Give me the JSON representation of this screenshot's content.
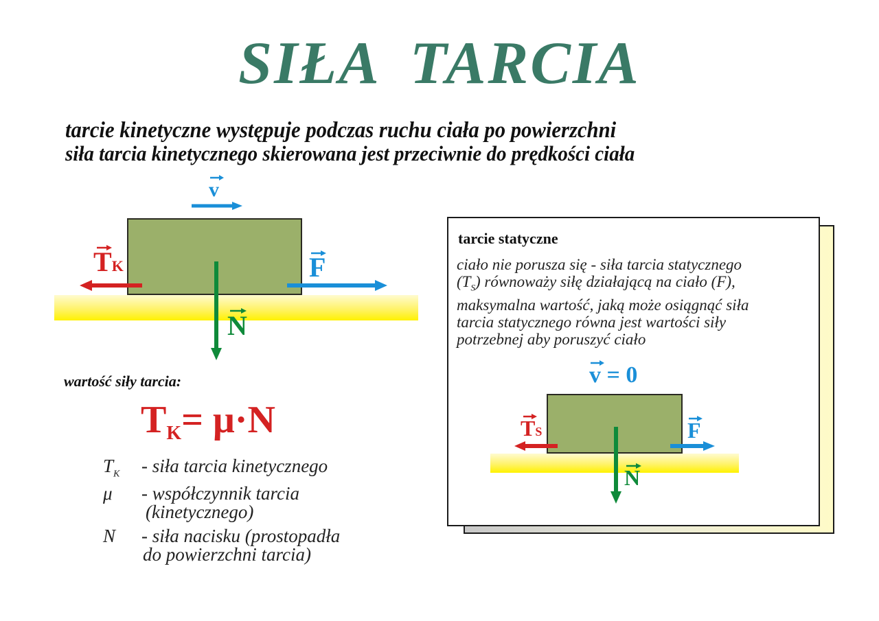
{
  "title": "SIŁA  TARCIA",
  "intro": {
    "line1": "tarcie kinetyczne występuje podczas ruchu ciała po powierzchni",
    "line2": "siła tarcia kinetycznego  skierowana jest przeciwnie do prędkości ciała"
  },
  "kinetic_diagram": {
    "velocity_label": "v",
    "friction_label": "T",
    "friction_sub": "K",
    "force_label": "F",
    "normal_label": "N"
  },
  "formula_section": {
    "heading": "wartość siły tarcia:",
    "lhs": "T",
    "lhs_sub": "K",
    "rhs": "= μ·N"
  },
  "legend": [
    {
      "symbol": "T",
      "symbol_sub": "K",
      "text": "- siła tarcia kinetycznego",
      "continuation": ""
    },
    {
      "symbol": "μ",
      "symbol_sub": "",
      "text": "- współczynnik tarcia",
      "continuation": "(kinetycznego)"
    },
    {
      "symbol": "N",
      "symbol_sub": "",
      "text": "- siła nacisku (prostopadła",
      "continuation": "do powierzchni tarcia)"
    }
  ],
  "static_panel": {
    "title": "tarcie statyczne",
    "line1": "ciało nie porusza się - siła tarcia statycznego",
    "line2_pre": "(T",
    "line2_sub": "S",
    "line2_post": ") równoważy siłę  działającą na ciało (F),",
    "line3": "maksymalna wartość, jaką może osiągnąć siła",
    "line4": "tarcia statycznego równa jest wartości siły",
    "line5": "potrzebnej aby poruszyć ciało",
    "diagram": {
      "velocity_label": "v",
      "velocity_value": " = 0",
      "friction_label": "T",
      "friction_sub": "S",
      "force_label": "F",
      "normal_label": "N"
    }
  },
  "colors": {
    "title_green": "#3a7a66",
    "friction_red": "#d42222",
    "force_blue": "#1a8fd8",
    "normal_green": "#0f8a3a",
    "block_fill": "#9bb06a",
    "ground_yellow": "#fff200"
  }
}
